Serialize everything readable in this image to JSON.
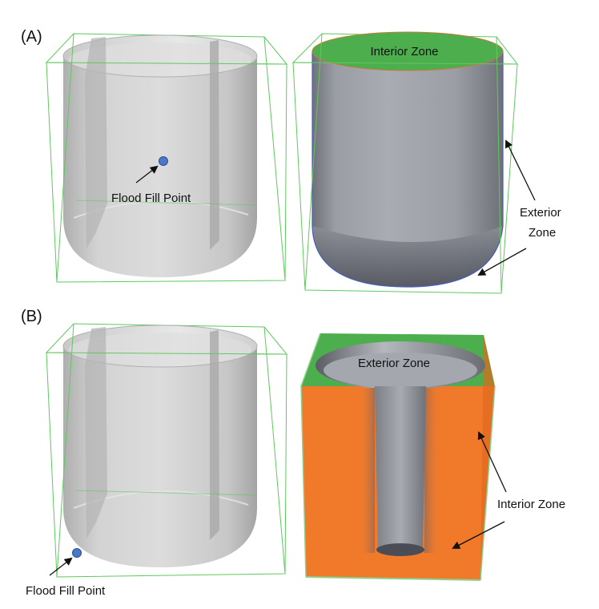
{
  "panels": {
    "a": {
      "label": "(A)",
      "left_annotation": "Flood Fill Point",
      "top_face_label": "Interior Zone",
      "side_annotation_line1": "Exterior",
      "side_annotation_line2": "Zone"
    },
    "b": {
      "label": "(B)",
      "left_annotation": "Flood Fill Point",
      "top_face_label": "Exterior Zone",
      "side_annotation": "Interior Zone"
    }
  },
  "colors": {
    "bounding_box": "#5fc85f",
    "tank_gray": "#c8c8c8",
    "interior_green": "#4cae4c",
    "interior_orange": "#f07a2a",
    "flood_point": "#4a78c8",
    "vessel_dark": "#8c8f97"
  }
}
